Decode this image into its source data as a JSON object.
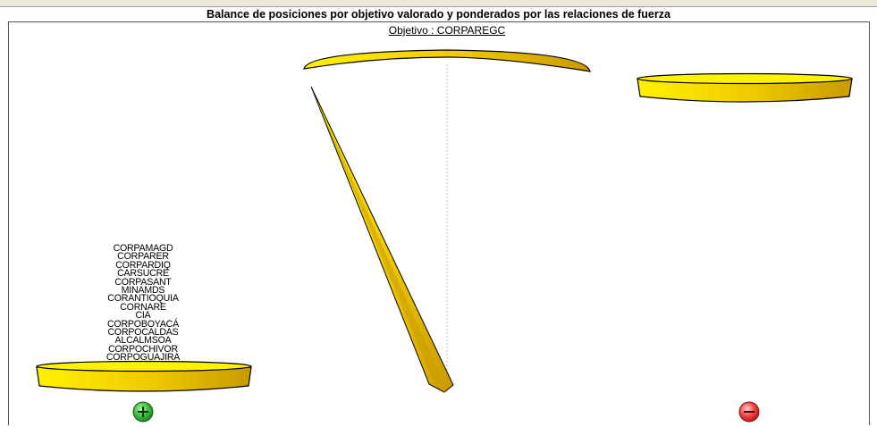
{
  "title": "Balance de posiciones por objetivo valorado y ponderados por las relaciones de fuerza",
  "objective_label": "Objetivo : CORPAREGC",
  "left_pan_actors": [
    "CORPAMAGD",
    "CORPARER",
    "CORPARDIQ",
    "CARSUCRE",
    "CORPASANT",
    "MINAMDS",
    "CORANTIOQUIA",
    "CORNARE",
    "CIA",
    "CORPOBOYACÁ",
    "CORPOCALDAS",
    "ALCALMSOA",
    "CORPOCHIVOR",
    "CORPOGUAJIRA"
  ],
  "buttons": {
    "plus_icon": "plus-circle-icon",
    "minus_icon": "minus-circle-icon"
  },
  "colors": {
    "gold_light": "#fff200",
    "gold_dark": "#d4a800",
    "plus_green": "#2e9e2e",
    "minus_red": "#e02020"
  }
}
